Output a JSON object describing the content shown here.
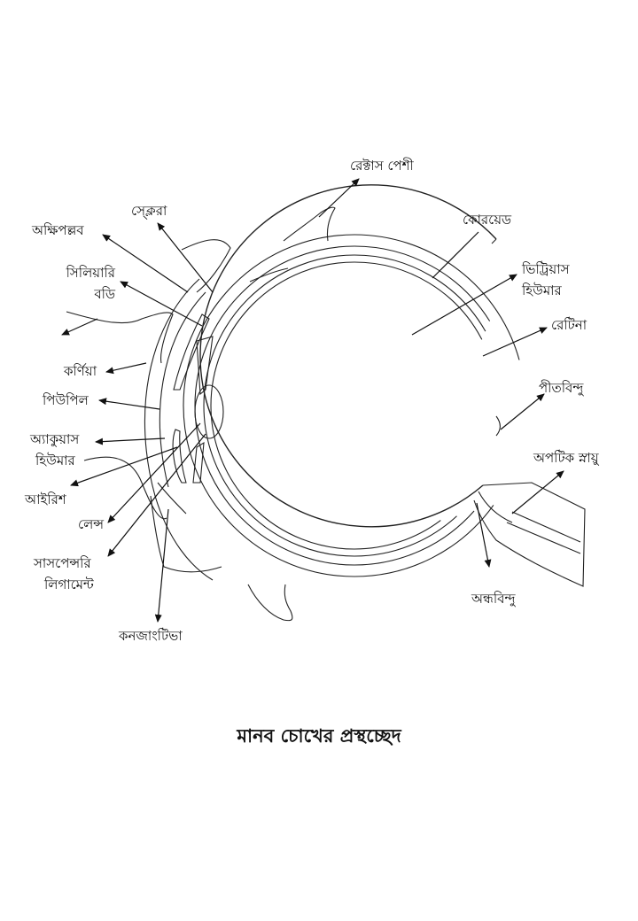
{
  "labels": {
    "rectus_muscle": "রেক্টাস পেশী",
    "sclera": "স্ক্লেরা",
    "eyelid": "অক্ষিপল্লব",
    "ciliary_body_1": "সিলিয়ারি",
    "ciliary_body_2": "বডি",
    "choroid": "কোরয়েড",
    "vitreous_1": "ভিট্রিয়াস",
    "vitreous_2": "হিউমার",
    "retina": "রেটিনা",
    "cornea": "কর্ণিয়া",
    "pupil": "পিউপিল",
    "yellow_spot": "পীতবিন্দু",
    "aqueous_1": "অ্যাকুয়াস",
    "aqueous_2": "হিউমার",
    "optic_nerve": "অপটিক স্নায়ু",
    "iris": "আইরিশ",
    "lens": "লেন্স",
    "suspensory_1": "সাসপেন্সরি",
    "suspensory_2": "লিগামেন্ট",
    "blind_spot": "অন্ধবিন্দু",
    "conjunctiva": "কনজাংটিভা"
  },
  "caption": "মানব চোখের প্রস্থচ্ছেদ",
  "colors": {
    "line": "#222222",
    "background": "#ffffff"
  }
}
